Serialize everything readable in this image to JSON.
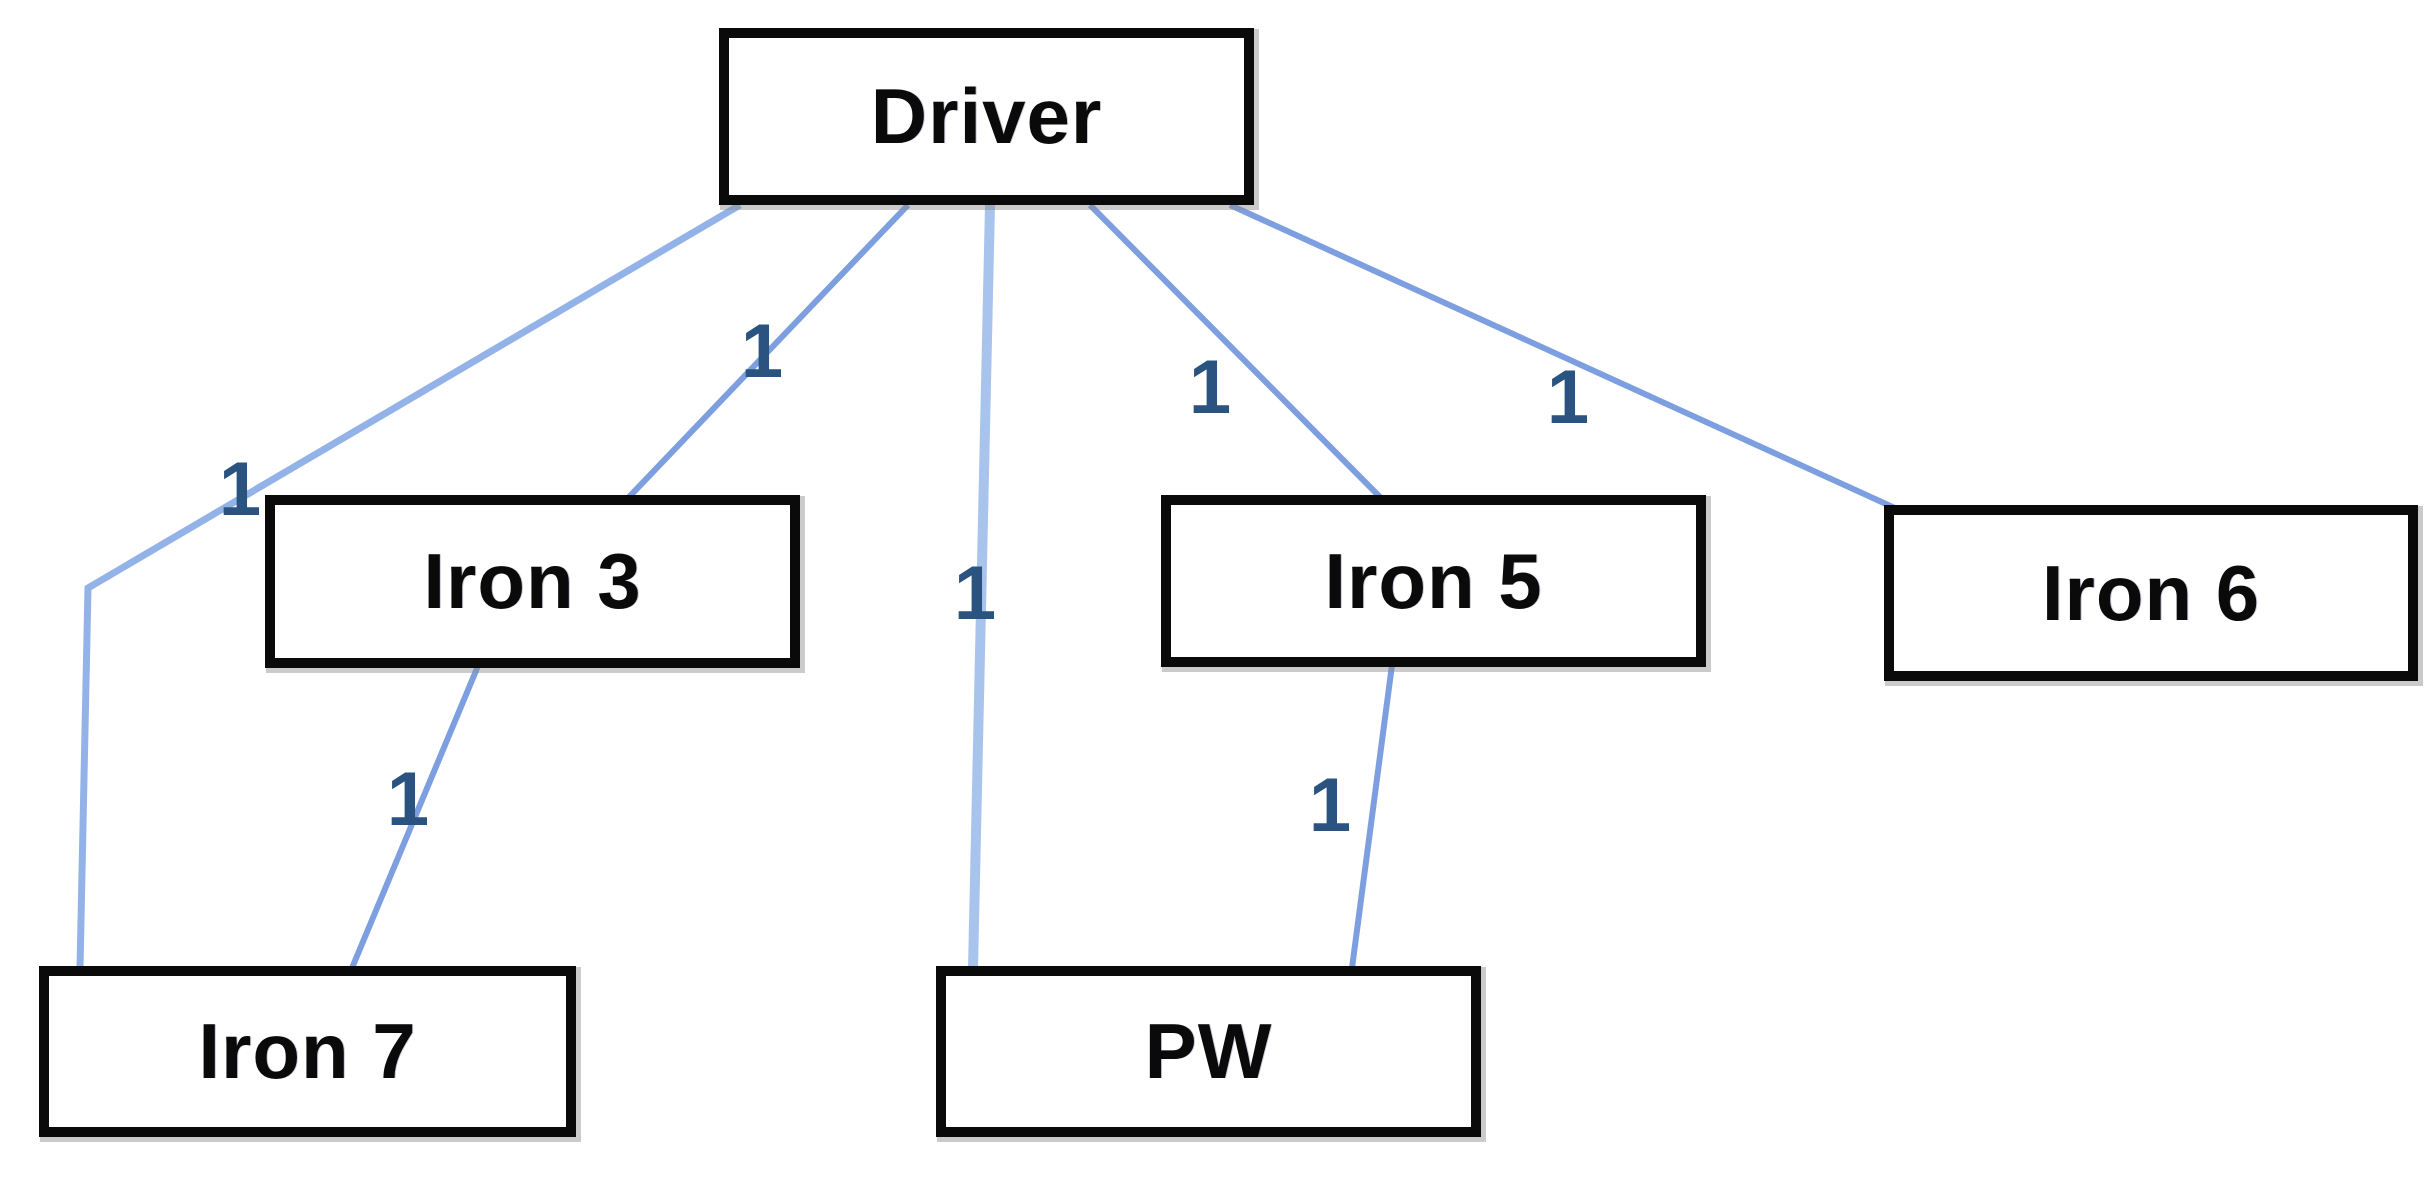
{
  "diagram": {
    "description": "Tree diagram of golf clubs rooted at Driver",
    "nodes": [
      {
        "id": "driver",
        "label": "Driver"
      },
      {
        "id": "iron3",
        "label": "Iron 3"
      },
      {
        "id": "iron5",
        "label": "Iron 5"
      },
      {
        "id": "iron6",
        "label": "Iron 6"
      },
      {
        "id": "iron7",
        "label": "Iron 7"
      },
      {
        "id": "pw",
        "label": "PW"
      }
    ],
    "edges": [
      {
        "from": "Driver",
        "to": "Iron 7",
        "label": "1"
      },
      {
        "from": "Driver",
        "to": "Iron 3",
        "label": "1"
      },
      {
        "from": "Driver",
        "to": "PW",
        "label": "1"
      },
      {
        "from": "Driver",
        "to": "Iron 5",
        "label": "1"
      },
      {
        "from": "Driver",
        "to": "Iron 6",
        "label": "1"
      },
      {
        "from": "Iron 3",
        "to": "Iron 7",
        "label": "1"
      },
      {
        "from": "Iron 5",
        "to": "PW",
        "label": "1"
      }
    ],
    "colors": {
      "edge_line": "#7d9fe0",
      "edge_line_light": "#a9c4ec",
      "edge_label_text": "#2b5380",
      "node_border": "#0a0a0a",
      "node_text": "#0a0a0a",
      "background": "#ffffff"
    }
  }
}
